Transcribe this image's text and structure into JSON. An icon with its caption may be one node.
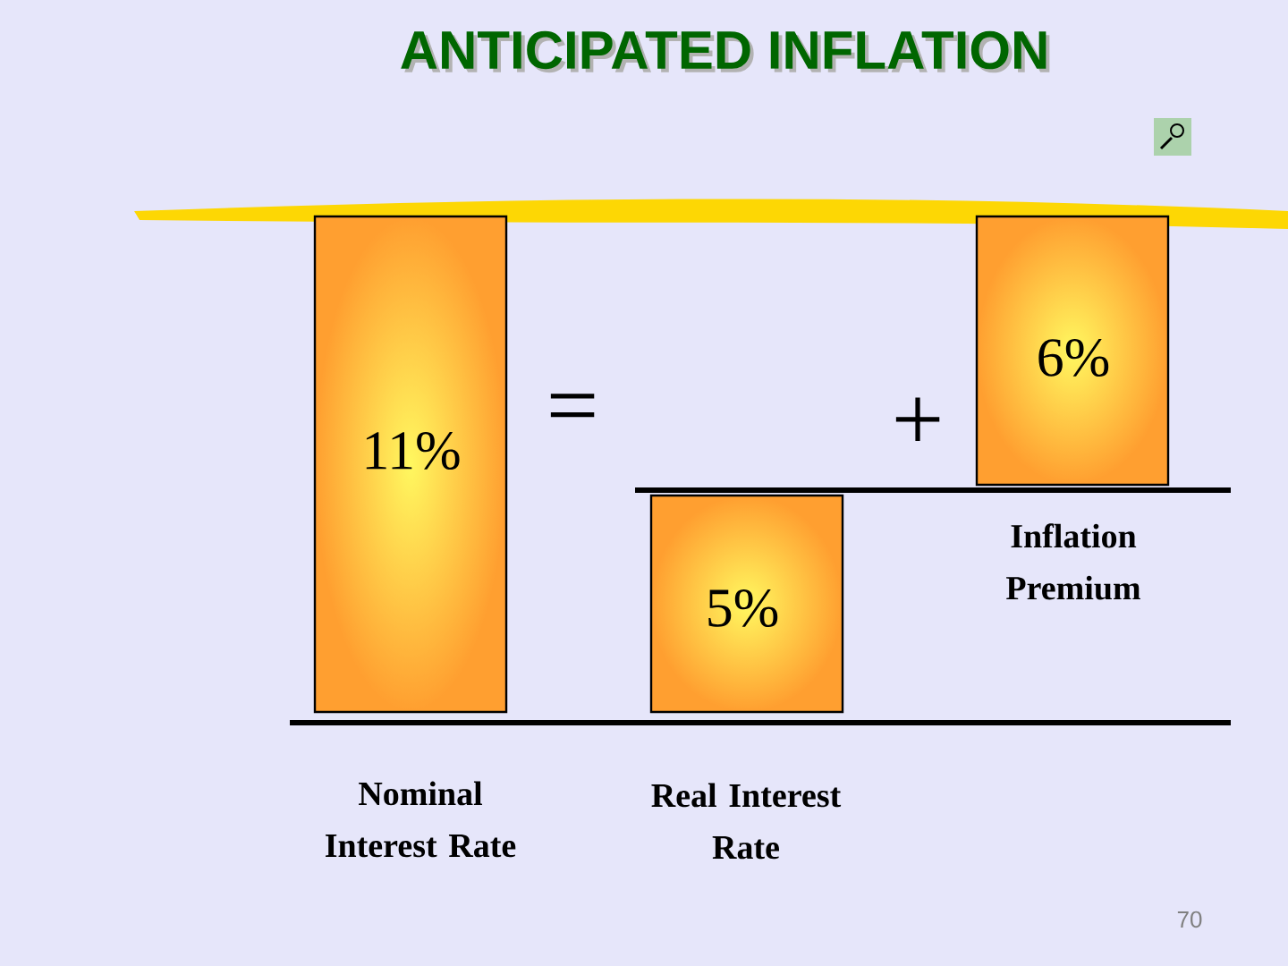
{
  "diagram": {
    "title": "ANTICIPATED INFLATION",
    "nodes": [
      {
        "text": [
          "11%"
        ],
        "beside": [
          "Nominal Interest Rate"
        ]
      },
      {
        "text": [
          "5%"
        ],
        "beside": [
          "Real Interest Rate"
        ]
      },
      {
        "text": [
          "6%"
        ],
        "beside": [
          "Inflation Premium"
        ]
      }
    ],
    "labels": [
      "=",
      "+",
      "70"
    ]
  }
}
